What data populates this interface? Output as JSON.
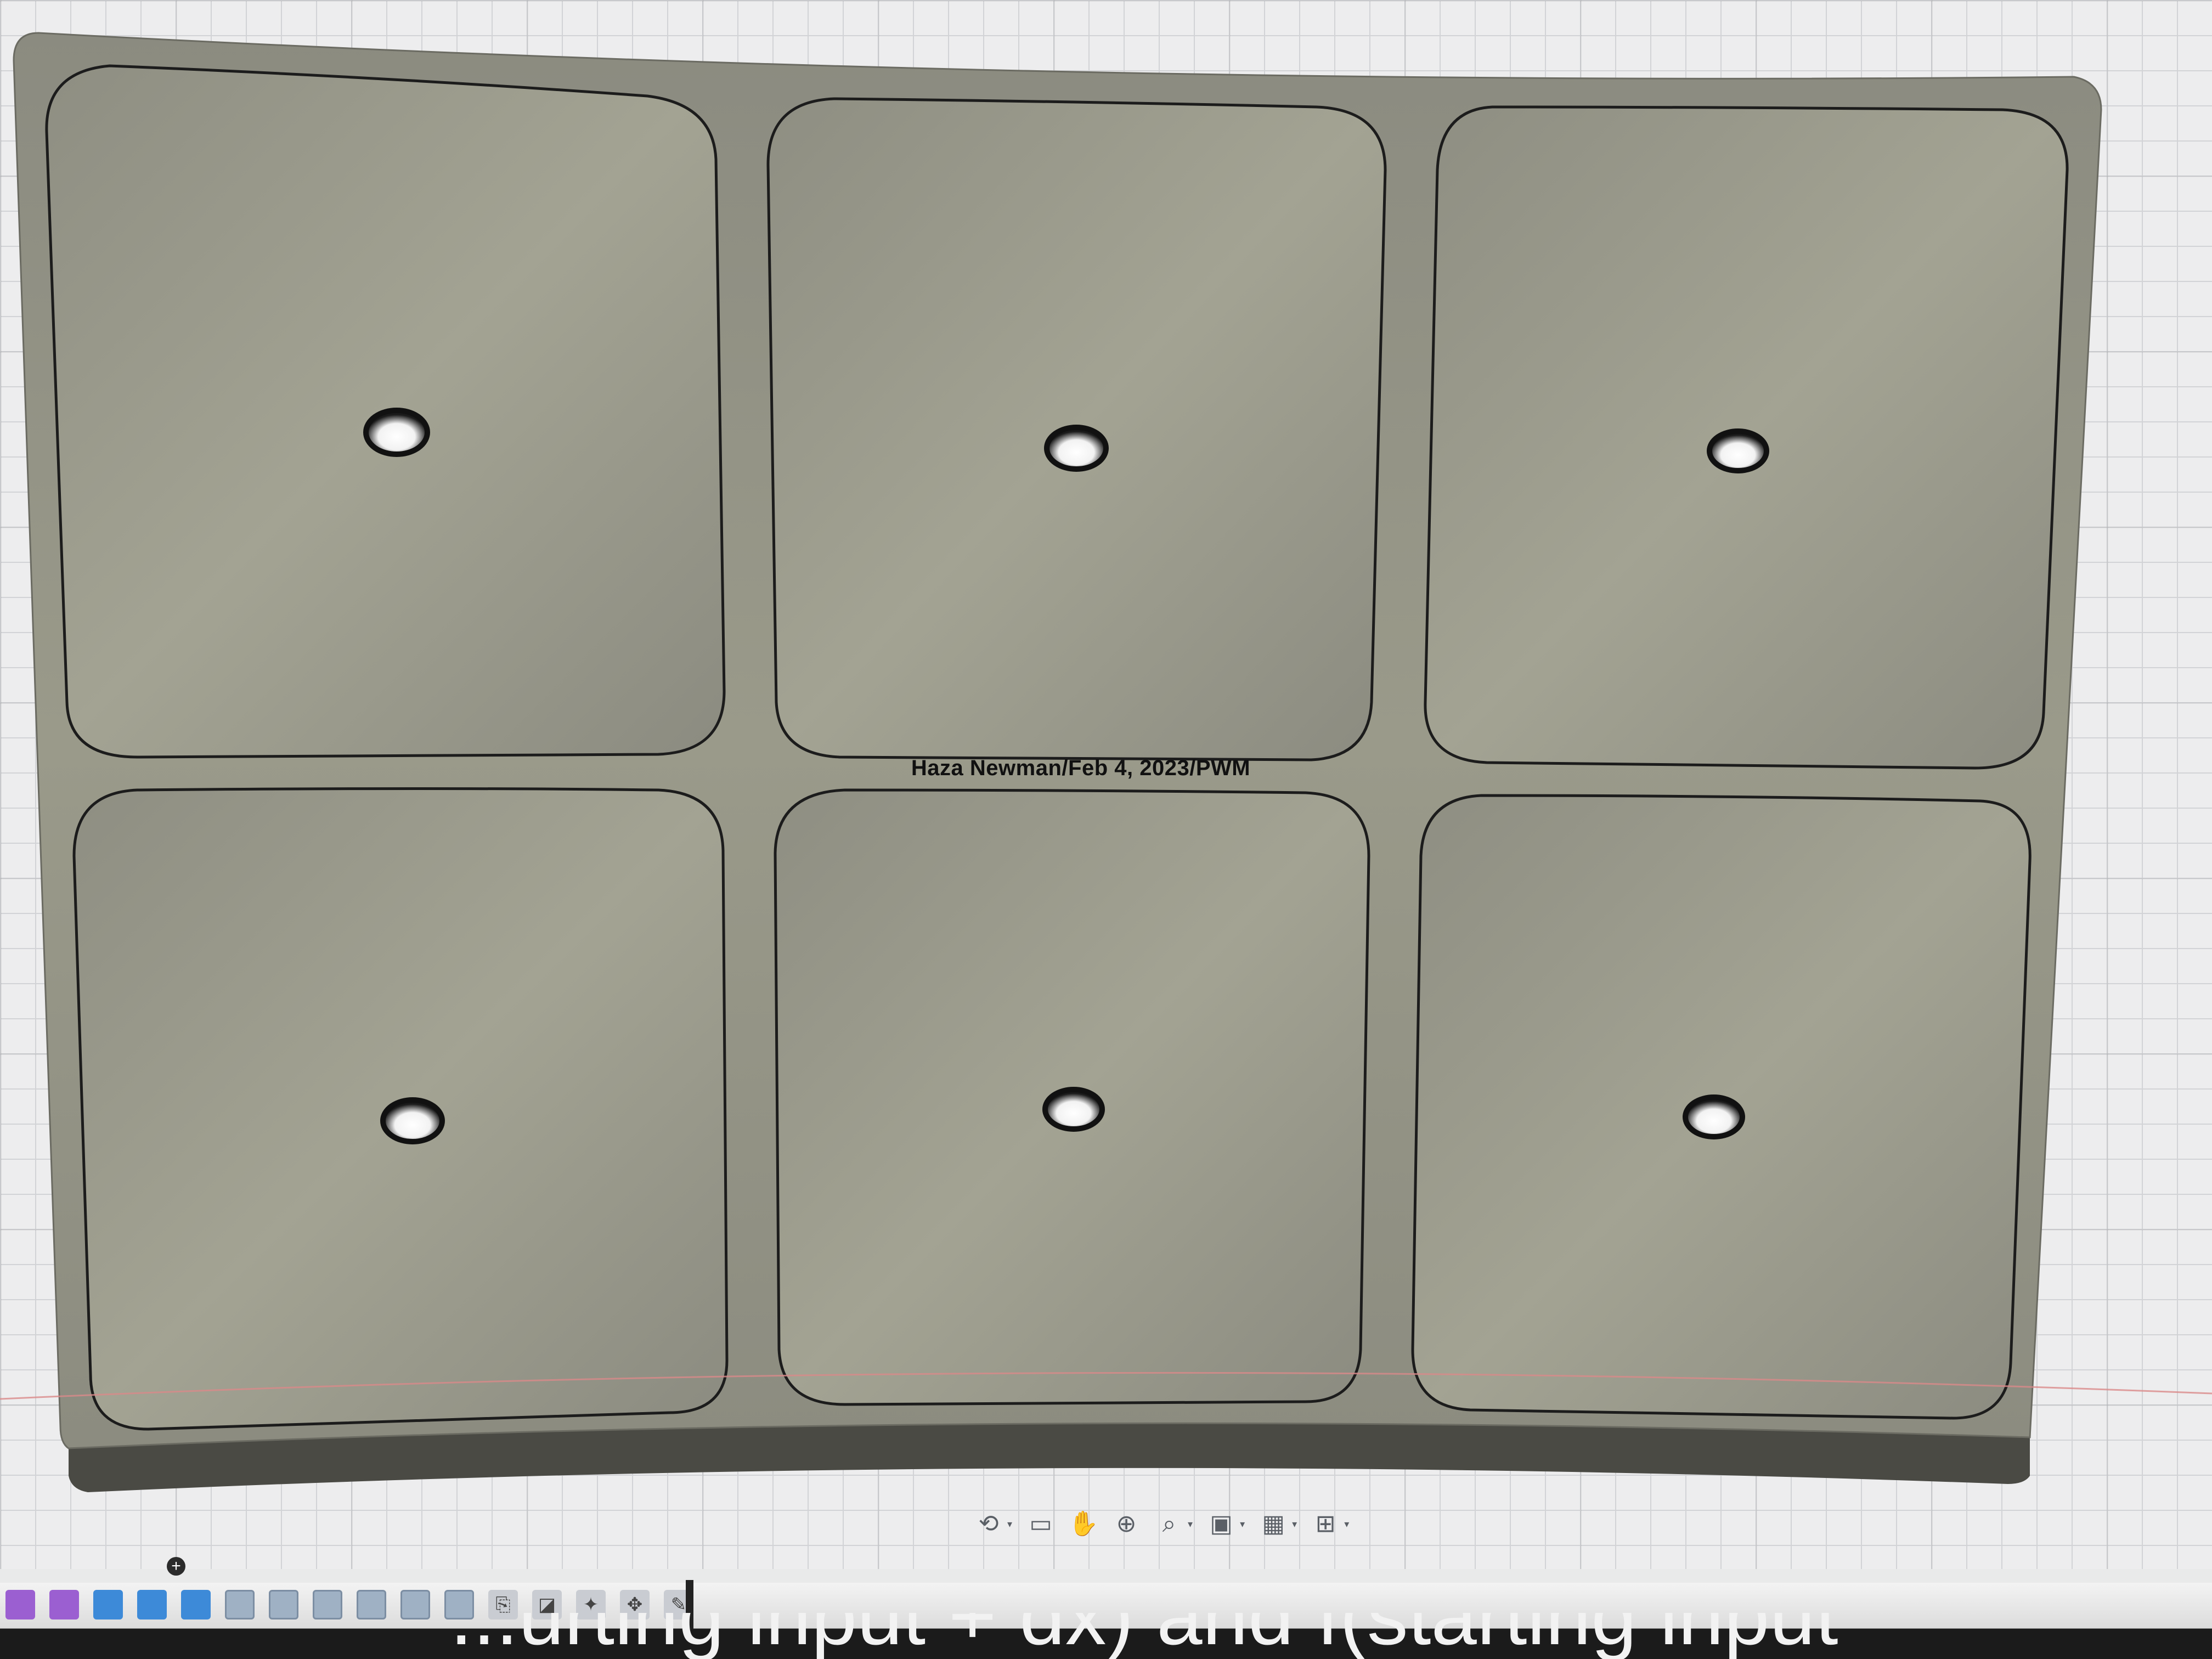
{
  "engraving": {
    "text": "Haza Newman/Feb 4, 2023/PWM"
  },
  "part": {
    "pockets": [
      {
        "id": "top-left",
        "hole": true
      },
      {
        "id": "top-center",
        "hole": true
      },
      {
        "id": "top-right",
        "hole": true
      },
      {
        "id": "bottom-left",
        "hole": true
      },
      {
        "id": "bottom-center",
        "hole": true
      },
      {
        "id": "bottom-right",
        "hole": true
      }
    ],
    "colors": {
      "body": "#8a8a7e",
      "pocket_edge": "#1c1c1c",
      "side": "#4a4a44"
    }
  },
  "navigation_toolbar": {
    "items": [
      {
        "name": "orbit-icon",
        "glyph": "⟲",
        "caret": true
      },
      {
        "name": "look-at-icon",
        "glyph": "▭",
        "caret": false
      },
      {
        "name": "pan-icon",
        "glyph": "✋",
        "caret": false
      },
      {
        "name": "zoom-icon",
        "glyph": "⊕",
        "caret": false
      },
      {
        "name": "fit-icon",
        "glyph": "⌕",
        "caret": true
      },
      {
        "name": "display-settings-icon",
        "glyph": "▣",
        "caret": true
      },
      {
        "name": "grid-settings-icon",
        "glyph": "▦",
        "caret": true
      },
      {
        "name": "viewports-icon",
        "glyph": "⊞",
        "caret": true
      }
    ]
  },
  "timeline": {
    "add_glyph": "+",
    "items": [
      "purple",
      "purple",
      "blue",
      "blue",
      "blue",
      "sketch",
      "sketch",
      "sketch",
      "sketch",
      "sketch",
      "sketch",
      "misc",
      "misc",
      "misc",
      "misc",
      "misc"
    ],
    "misc_glyphs": [
      "⎘",
      "◪",
      "✦",
      "✥",
      "✎"
    ]
  },
  "overlay_text": {
    "partial": "...urting input + dx) and f(starting input"
  }
}
